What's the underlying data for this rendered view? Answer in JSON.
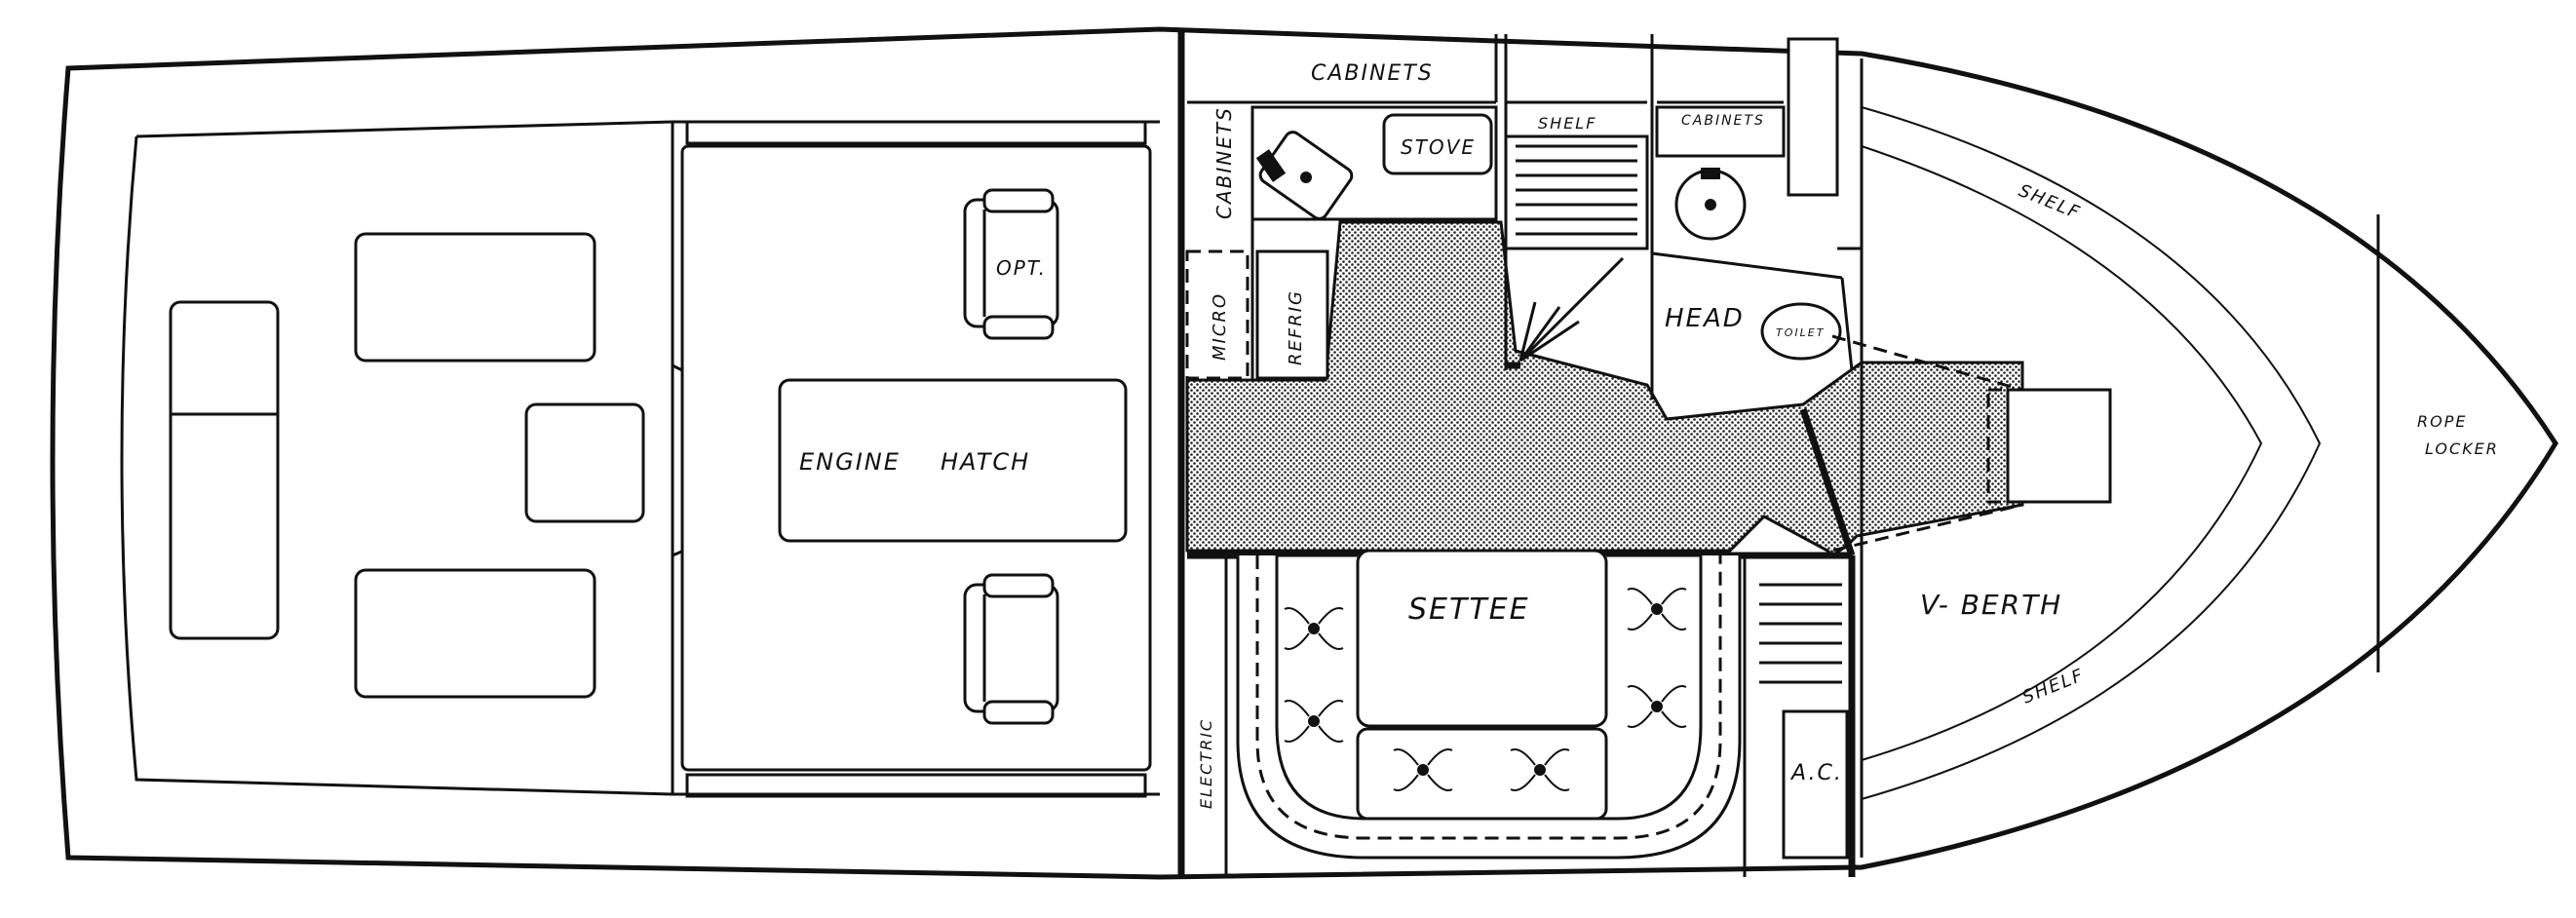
{
  "labels": {
    "engine_hatch_1": "ENGINE",
    "engine_hatch_2": "HATCH",
    "opt": "OPT.",
    "cabinets_top": "CABINETS",
    "cabinets_side": "CABINETS",
    "cabinets_head": "CABINETS",
    "stove": "STOVE",
    "shelf_top": "SHELF",
    "micro": "MICRO",
    "refrig": "REFRIG",
    "head": "HEAD",
    "toilet": "TOILET",
    "settee": "SETTEE",
    "electric": "ELECTRIC",
    "ac": "A.C.",
    "v_berth": "V- BERTH",
    "shelf_upper": "SHELF",
    "shelf_lower": "SHELF",
    "rope_locker_1": "ROPE",
    "rope_locker_2": "LOCKER"
  }
}
